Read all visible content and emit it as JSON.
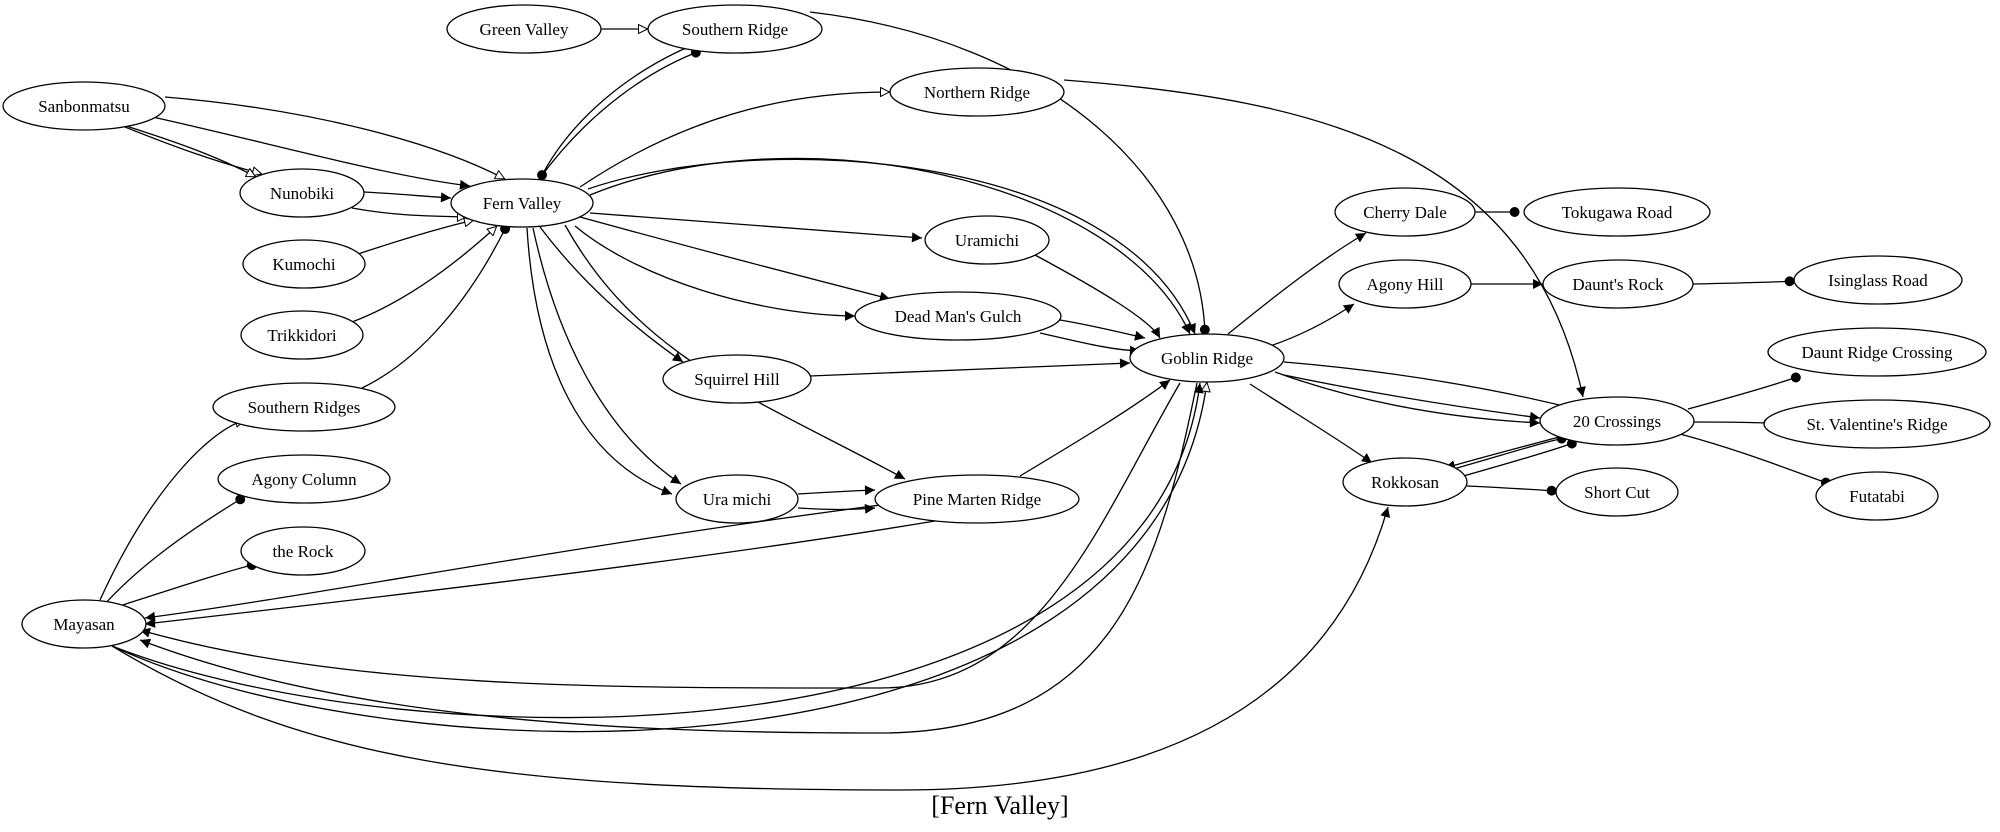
{
  "title": "[Fern Valley]",
  "nodes": [
    {
      "id": "green_valley",
      "label": "Green Valley"
    },
    {
      "id": "southern_ridge",
      "label": "Southern Ridge"
    },
    {
      "id": "northern_ridge",
      "label": "Northern Ridge"
    },
    {
      "id": "sanbonmatsu",
      "label": "Sanbonmatsu"
    },
    {
      "id": "nunobiki",
      "label": "Nunobiki"
    },
    {
      "id": "fern_valley",
      "label": "Fern Valley"
    },
    {
      "id": "kumochi",
      "label": "Kumochi"
    },
    {
      "id": "trikkidori",
      "label": "Trikkidori"
    },
    {
      "id": "southern_ridges",
      "label": "Southern Ridges"
    },
    {
      "id": "agony_column",
      "label": "Agony Column"
    },
    {
      "id": "the_rock",
      "label": "the Rock"
    },
    {
      "id": "mayasan",
      "label": "Mayasan"
    },
    {
      "id": "uramichi",
      "label": "Uramichi"
    },
    {
      "id": "dead_mans_gulch",
      "label": "Dead Man's Gulch"
    },
    {
      "id": "squirrel_hill",
      "label": "Squirrel Hill"
    },
    {
      "id": "ura_michi",
      "label": "Ura michi"
    },
    {
      "id": "pine_marten_ridge",
      "label": "Pine Marten Ridge"
    },
    {
      "id": "goblin_ridge",
      "label": "Goblin Ridge"
    },
    {
      "id": "cherry_dale",
      "label": "Cherry Dale"
    },
    {
      "id": "tokugawa_road",
      "label": "Tokugawa Road"
    },
    {
      "id": "agony_hill",
      "label": "Agony Hill"
    },
    {
      "id": "daunts_rock",
      "label": "Daunt's Rock"
    },
    {
      "id": "isinglass_road",
      "label": "Isinglass Road"
    },
    {
      "id": "daunt_ridge_crossing",
      "label": "Daunt Ridge Crossing"
    },
    {
      "id": "crossings_20",
      "label": "20 Crossings"
    },
    {
      "id": "st_valentines_ridge",
      "label": "St. Valentine's Ridge"
    },
    {
      "id": "rokkosan",
      "label": "Rokkosan"
    },
    {
      "id": "short_cut",
      "label": "Short Cut"
    },
    {
      "id": "futatabi",
      "label": "Futatabi"
    }
  ],
  "edges": [
    {
      "from": "green_valley",
      "to": "southern_ridge",
      "head": "empty"
    },
    {
      "from": "fern_valley",
      "to": "southern_ridge",
      "head": "dot"
    },
    {
      "from": "southern_ridge",
      "to": "fern_valley",
      "head": "dot"
    },
    {
      "from": "southern_ridge",
      "to": "goblin_ridge",
      "head": "dot"
    },
    {
      "from": "fern_valley",
      "to": "northern_ridge",
      "head": "empty"
    },
    {
      "from": "northern_ridge",
      "to": "crossings_20",
      "head": "normal"
    },
    {
      "from": "sanbonmatsu",
      "to": "fern_valley",
      "head": "empty"
    },
    {
      "from": "sanbonmatsu",
      "to": "nunobiki",
      "head": "empty"
    },
    {
      "from": "sanbonmatsu",
      "to": "nunobiki",
      "head": "empty"
    },
    {
      "from": "sanbonmatsu",
      "to": "fern_valley",
      "head": "normal"
    },
    {
      "from": "nunobiki",
      "to": "fern_valley",
      "head": "normal"
    },
    {
      "from": "nunobiki",
      "to": "fern_valley",
      "head": "empty"
    },
    {
      "from": "kumochi",
      "to": "fern_valley",
      "head": "empty"
    },
    {
      "from": "trikkidori",
      "to": "fern_valley",
      "head": "empty"
    },
    {
      "from": "southern_ridges",
      "to": "fern_valley",
      "head": "dot"
    },
    {
      "from": "mayasan",
      "to": "southern_ridges",
      "head": "empty"
    },
    {
      "from": "mayasan",
      "to": "agony_column",
      "head": "dot"
    },
    {
      "from": "mayasan",
      "to": "the_rock",
      "head": "dot"
    },
    {
      "from": "fern_valley",
      "to": "uramichi",
      "head": "normal"
    },
    {
      "from": "fern_valley",
      "to": "dead_mans_gulch",
      "head": "normal"
    },
    {
      "from": "fern_valley",
      "to": "dead_mans_gulch",
      "head": "normal"
    },
    {
      "from": "fern_valley",
      "to": "squirrel_hill",
      "head": "normal"
    },
    {
      "from": "fern_valley",
      "to": "ura_michi",
      "head": "normal"
    },
    {
      "from": "fern_valley",
      "to": "ura_michi",
      "head": "normal"
    },
    {
      "from": "fern_valley",
      "to": "pine_marten_ridge",
      "head": "normal"
    },
    {
      "from": "fern_valley",
      "to": "goblin_ridge",
      "head": "normal"
    },
    {
      "from": "fern_valley",
      "to": "goblin_ridge",
      "head": "normal"
    },
    {
      "from": "uramichi",
      "to": "goblin_ridge",
      "head": "normal"
    },
    {
      "from": "dead_mans_gulch",
      "to": "goblin_ridge",
      "head": "normal"
    },
    {
      "from": "dead_mans_gulch",
      "to": "goblin_ridge",
      "head": "normal"
    },
    {
      "from": "squirrel_hill",
      "to": "goblin_ridge",
      "head": "normal"
    },
    {
      "from": "ura_michi",
      "to": "pine_marten_ridge",
      "head": "normal"
    },
    {
      "from": "ura_michi",
      "to": "pine_marten_ridge",
      "head": "normal"
    },
    {
      "from": "pine_marten_ridge",
      "to": "goblin_ridge",
      "head": "normal"
    },
    {
      "from": "pine_marten_ridge",
      "to": "mayasan",
      "head": "normal"
    },
    {
      "from": "pine_marten_ridge",
      "to": "mayasan",
      "head": "normal"
    },
    {
      "from": "goblin_ridge",
      "to": "mayasan",
      "head": "normal"
    },
    {
      "from": "goblin_ridge",
      "to": "mayasan",
      "head": "normal"
    },
    {
      "from": "mayasan",
      "to": "goblin_ridge",
      "head": "empty"
    },
    {
      "from": "mayasan",
      "to": "goblin_ridge",
      "head": "normal"
    },
    {
      "from": "mayasan",
      "to": "rokkosan",
      "head": "normal"
    },
    {
      "from": "goblin_ridge",
      "to": "cherry_dale",
      "head": "normal"
    },
    {
      "from": "cherry_dale",
      "to": "tokugawa_road",
      "head": "dot"
    },
    {
      "from": "goblin_ridge",
      "to": "agony_hill",
      "head": "normal"
    },
    {
      "from": "agony_hill",
      "to": "daunts_rock",
      "head": "normal"
    },
    {
      "from": "daunts_rock",
      "to": "isinglass_road",
      "head": "dot"
    },
    {
      "from": "goblin_ridge",
      "to": "crossings_20",
      "head": "normal"
    },
    {
      "from": "goblin_ridge",
      "to": "crossings_20",
      "head": "normal"
    },
    {
      "from": "goblin_ridge",
      "to": "crossings_20",
      "head": "normal"
    },
    {
      "from": "goblin_ridge",
      "to": "rokkosan",
      "head": "normal"
    },
    {
      "from": "crossings_20",
      "to": "daunt_ridge_crossing",
      "head": "dot"
    },
    {
      "from": "crossings_20",
      "to": "st_valentines_ridge",
      "head": "dot"
    },
    {
      "from": "crossings_20",
      "to": "futatabi",
      "head": "dot"
    },
    {
      "from": "crossings_20",
      "to": "rokkosan",
      "head": "normal"
    },
    {
      "from": "rokkosan",
      "to": "crossings_20",
      "head": "dot"
    },
    {
      "from": "rokkosan",
      "to": "crossings_20",
      "head": "dot"
    },
    {
      "from": "rokkosan",
      "to": "short_cut",
      "head": "dot"
    }
  ]
}
